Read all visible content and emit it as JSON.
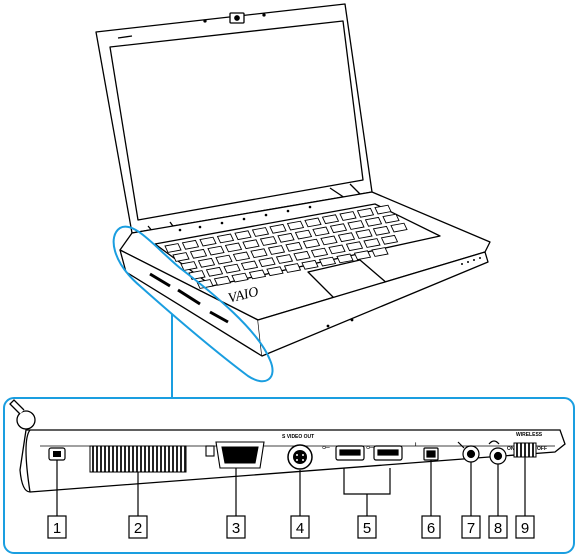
{
  "callouts": [
    "1",
    "2",
    "3",
    "4",
    "5",
    "6",
    "7",
    "8",
    "9"
  ],
  "port_labels": {
    "s_video": "S VIDEO OUT",
    "wireless": "WIRELESS",
    "wireless_on": "ON",
    "wireless_off": "OFF",
    "brand": "VAIO"
  }
}
